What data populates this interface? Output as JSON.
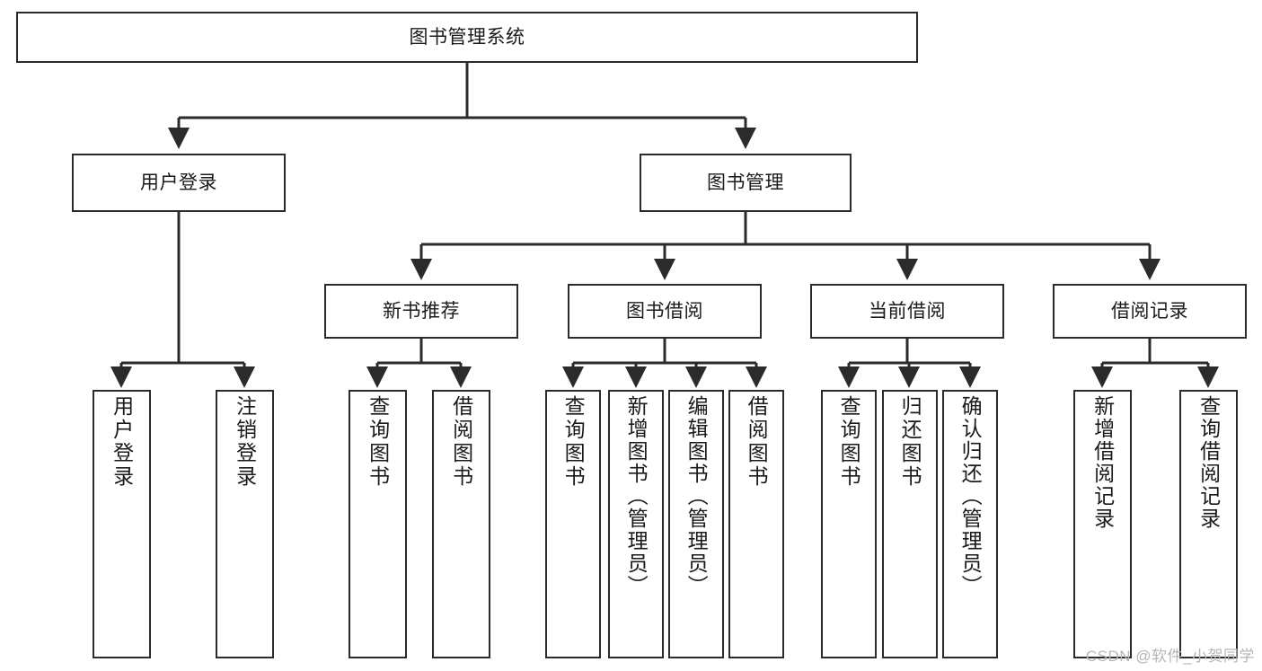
{
  "diagram": {
    "type": "tree-hierarchy",
    "title": "图书管理系统",
    "watermark": "CSDN @软件_小贺同学",
    "colors": {
      "box_border": "#2b2b2b",
      "box_fill": "#ffffff",
      "connector": "#2b2b2b",
      "text": "#1a1a1a",
      "watermark": "#b6b6b6"
    },
    "levels": {
      "root": {
        "label": "图书管理系统"
      },
      "level2": [
        {
          "label": "用户登录"
        },
        {
          "label": "图书管理"
        }
      ],
      "level3": [
        {
          "label": "新书推荐"
        },
        {
          "label": "图书借阅"
        },
        {
          "label": "当前借阅"
        },
        {
          "label": "借阅记录"
        }
      ],
      "leaves": {
        "user_login": [
          {
            "label": "用户登录"
          },
          {
            "label": "注销登录"
          }
        ],
        "new_book_recommend": [
          {
            "label": "查询图书"
          },
          {
            "label": "借阅图书"
          }
        ],
        "book_borrow": [
          {
            "label": "查询图书"
          },
          {
            "label": "新增图书（管理员）"
          },
          {
            "label": "编辑图书（管理员）"
          },
          {
            "label": "借阅图书"
          }
        ],
        "current_borrow": [
          {
            "label": "查询图书"
          },
          {
            "label": "归还图书"
          },
          {
            "label": "确认归还（管理员）"
          }
        ],
        "borrow_record": [
          {
            "label": "新增借阅记录"
          },
          {
            "label": "查询借阅记录"
          }
        ]
      }
    }
  }
}
